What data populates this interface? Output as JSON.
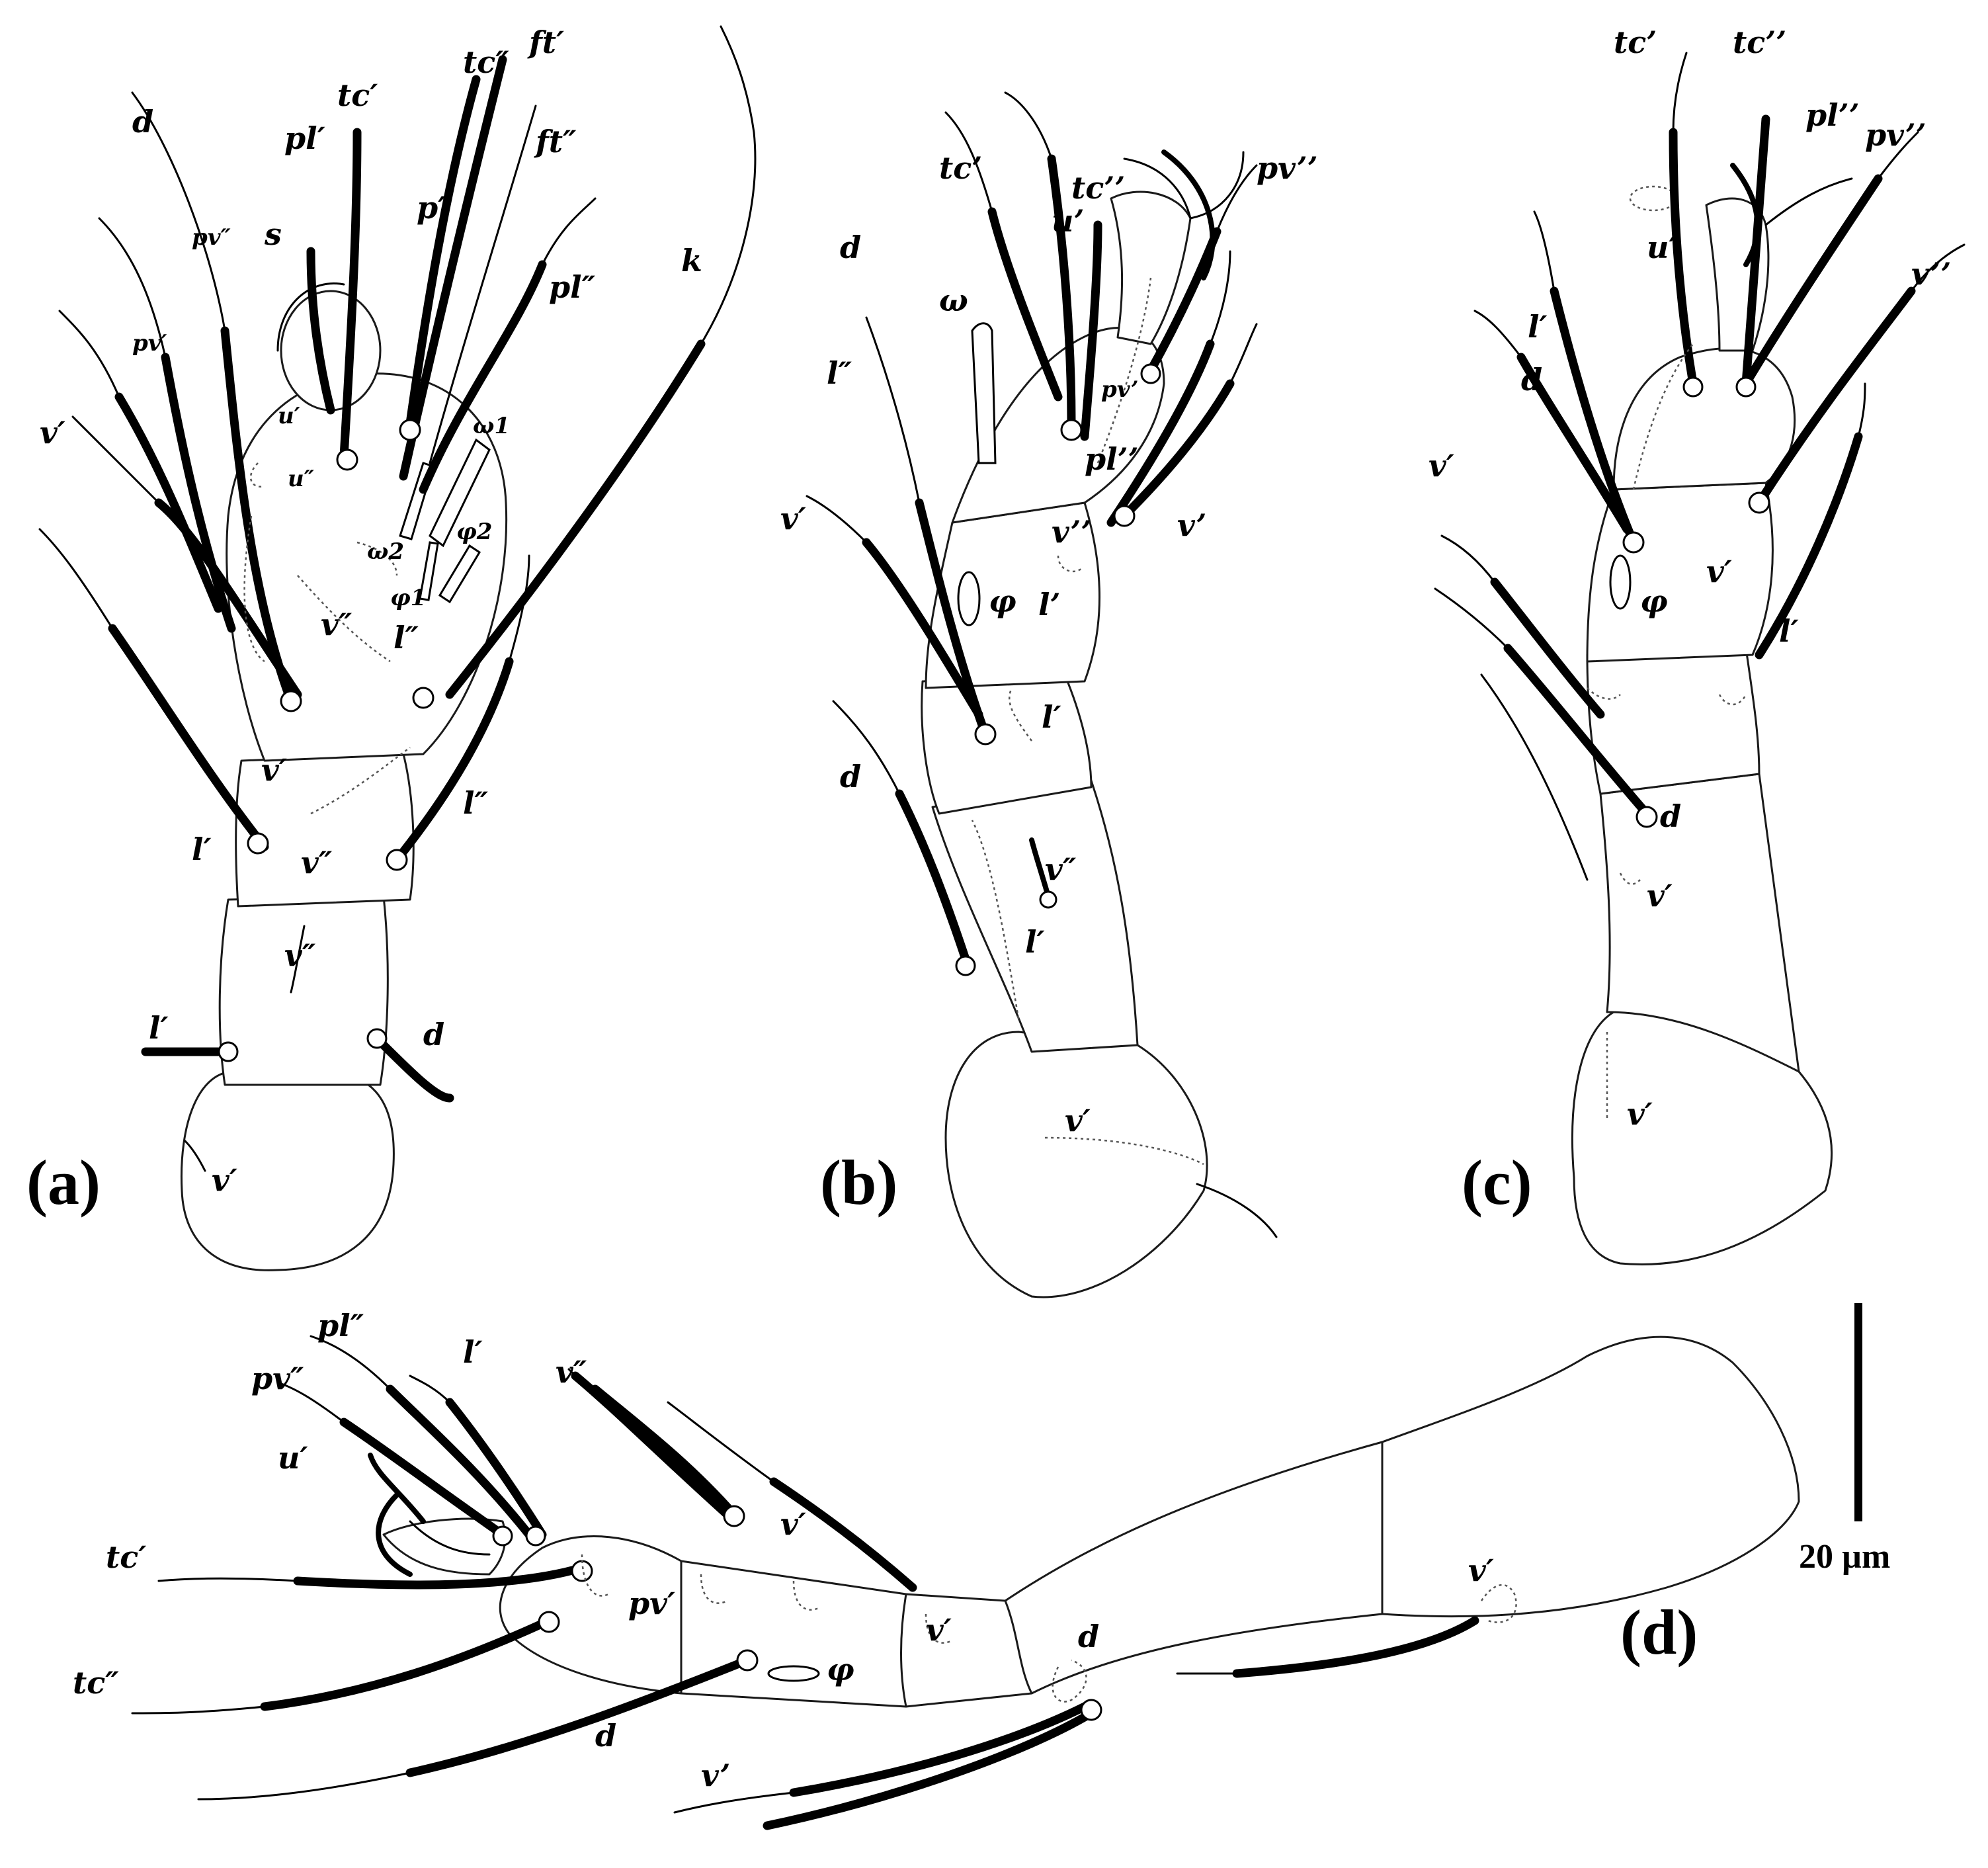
{
  "panels": {
    "a": {
      "label": "(a)",
      "setae": [
        "d",
        "pl′",
        "tc′",
        "tc″",
        "ft′",
        "ft″",
        "pv″",
        "s",
        "p″",
        "pl″",
        "k",
        "pv′",
        "v′",
        "u′",
        "u″",
        "ω1",
        "ω2",
        "φ2",
        "φ1",
        "v″",
        "l″",
        "v′",
        "l′",
        "v″",
        "l″",
        "v″",
        "l′",
        "d",
        "v′"
      ]
    },
    "b": {
      "label": "(b)",
      "setae": [
        "tc’’",
        "pv’’",
        "tc’",
        "u’",
        "d",
        "ω",
        "pv’",
        "l″",
        "pl’’",
        "v’’",
        "v’",
        "v′",
        "φ",
        "l’",
        "l′",
        "d",
        "v″",
        "l′",
        "v′"
      ]
    },
    "c": {
      "label": "(c)",
      "setae": [
        "tc’",
        "tc’’",
        "pl’’",
        "pv’’",
        "v’’",
        "u′",
        "l′",
        "d",
        "v′",
        "φ",
        "v′",
        "l′",
        "d",
        "v′",
        "v′"
      ]
    },
    "d": {
      "label": "(d)",
      "setae": [
        "pl″",
        "l′",
        "v″",
        "pv″",
        "u′",
        "v′",
        "tc′",
        "pv′",
        "tc″",
        "v′",
        "φ",
        "d",
        "d",
        "v’",
        "v′"
      ]
    }
  },
  "scale_bar": {
    "label": "20 µm"
  }
}
